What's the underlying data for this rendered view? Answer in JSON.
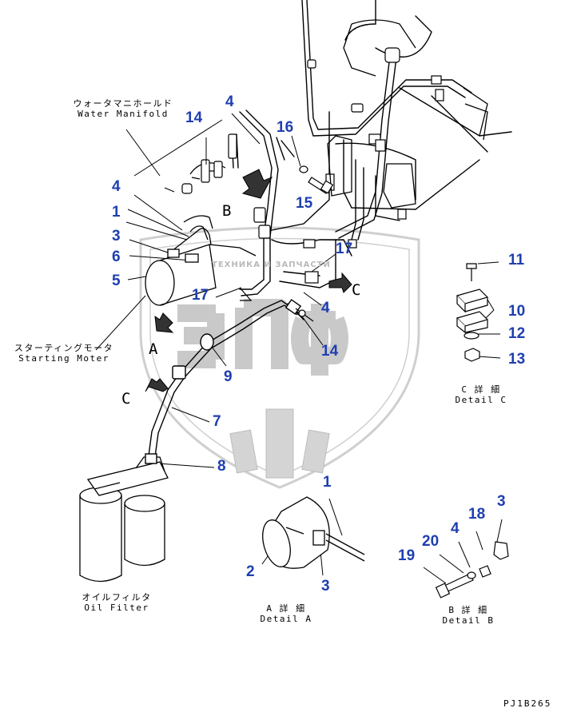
{
  "watermark": {
    "top_text": "ТЕХНИКА И ЗАПЧАСТИ",
    "logo_text": "ЭПФ"
  },
  "captions": {
    "water_manifold_jp": "ウォータマニホールド",
    "water_manifold_en": "Water Manifold",
    "starting_motor_jp": "スターティングモータ",
    "starting_motor_en": "Starting Moter",
    "oil_filter_jp": "オイルフィルタ",
    "oil_filter_en": "Oil Filter",
    "detail_a_jp": "A 詳 細",
    "detail_a_en": "Detail A",
    "detail_b_jp": "B 詳 細",
    "detail_b_en": "Detail B",
    "detail_c_jp": "C 詳 細",
    "detail_c_en": "Detail C"
  },
  "view_letters": {
    "a": "A",
    "b": "B",
    "c_main": "C",
    "c_left": "C"
  },
  "part_numbers": {
    "p4_top": "4",
    "p14_top": "14",
    "p16": "16",
    "p15": "15",
    "p4_left": "4",
    "p1_left": "1",
    "p3_left": "3",
    "p6": "6",
    "p5": "5",
    "p17_right": "17",
    "p17_left": "17",
    "p4_mid": "4",
    "p14_mid": "14",
    "p9": "9",
    "p7": "7",
    "p8": "8",
    "p11": "11",
    "p10": "10",
    "p12": "12",
    "p13": "13",
    "p1_a": "1",
    "p2_a": "2",
    "p3_a": "3",
    "p3_b": "3",
    "p18": "18",
    "p4_b": "4",
    "p20": "20",
    "p19": "19"
  },
  "drawing_code": "PJ1B265",
  "colors": {
    "callout": "#1f3fb0",
    "line": "#000000",
    "watermark": "#c4c4c4"
  }
}
